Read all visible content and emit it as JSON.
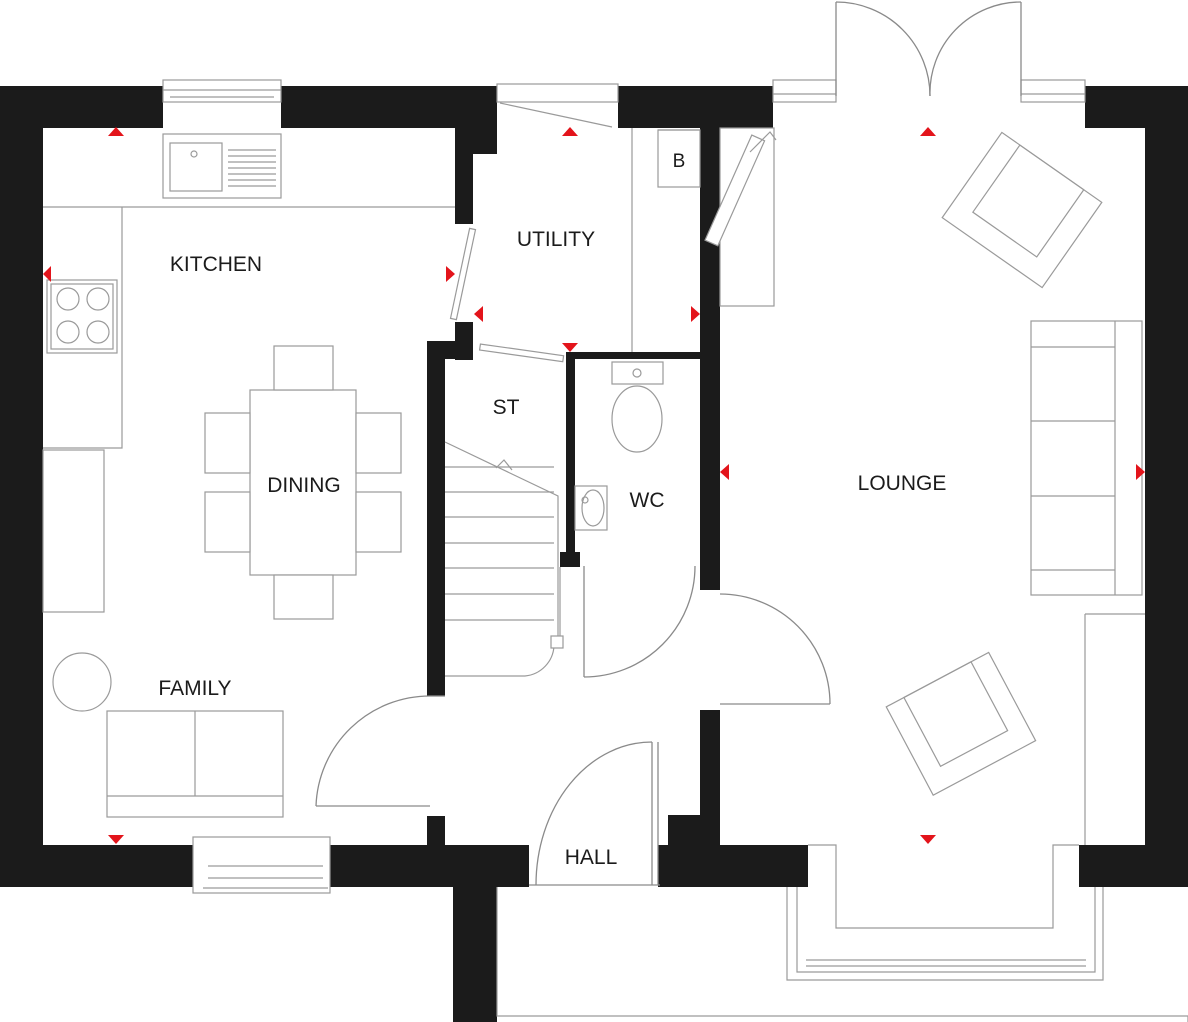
{
  "rooms": {
    "kitchen": "KITCHEN",
    "utility": "UTILITY",
    "dining": "DINING",
    "st": "ST",
    "wc": "WC",
    "lounge": "LOUNGE",
    "family": "FAMILY",
    "hall": "HALL",
    "boiler": "B"
  },
  "colors": {
    "wall": "#1b1b1b",
    "marker": "#e3141b",
    "fixture_line": "#9a9a9a"
  }
}
